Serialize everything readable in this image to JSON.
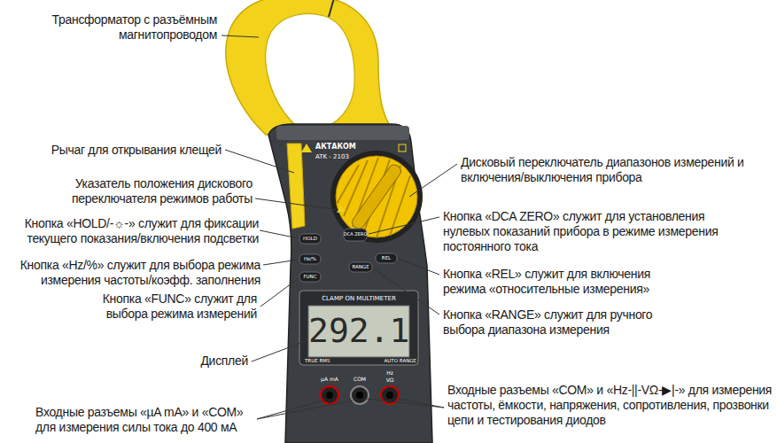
{
  "diagram": {
    "labels": [
      "Трансформатор с разъёмным магнитопроводом",
      "Рычаг для открывания клещей",
      "Указатель положения дискового переключателя режимов работы",
      "Кнопка «HOLD/-☼-» служит для фиксации текущего показания/включения подсветки",
      "Кнопка «Hz/%» служит для выбора режима измерения частоты/коэфф. заполнения",
      "Кнопка «FUNC» служит для выбора режима измерений",
      "Дисплей",
      "Входные разъемы «µA mA» и «COM» для измерения силы тока до 400 мА",
      "Дисковый переключатель диапазонов измерений и включения/выключения прибора",
      "Кнопка «DCA ZERO» служит для установления нулевых показаний прибора в режиме измерения постоянного тока",
      "Кнопка «REL» служит для включения режима «относительные измерения»",
      "Кнопка «RANGE» служит для ручного выбора диапазона измерения",
      "Входные разъемы «COM» и «Hz-||-VΩ-▶|-» для измерения частоты, ёмкости, напряжения, сопротивления, прозвонки цепи и тестирования диодов",
      "АКТАКОМ",
      "ATK - 2103",
      "HOLD",
      "Hz/%",
      "FUNC",
      "DCA ZERO",
      "REL",
      "RANGE",
      "CLAMP ON MULTIMETER",
      "292.1",
      "TRUE RMS",
      "AUTO RANGE",
      "µA mA",
      "COM",
      "Hz",
      "VΩ"
    ]
  }
}
